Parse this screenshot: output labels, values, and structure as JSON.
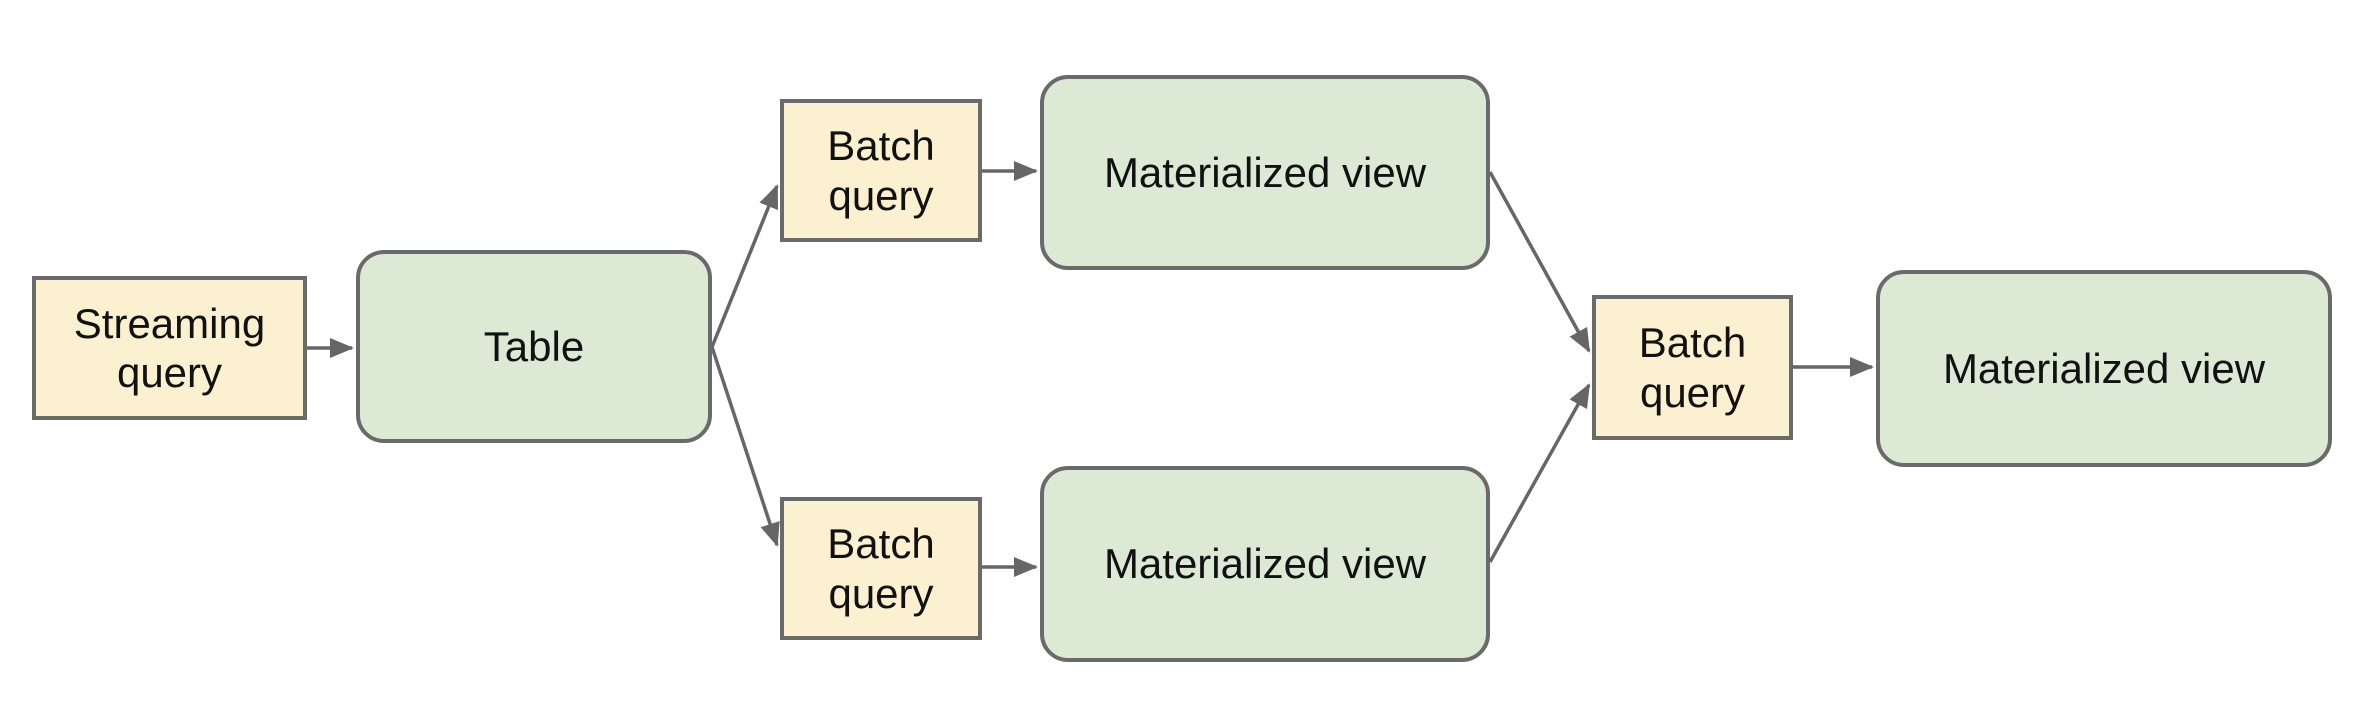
{
  "diagram": {
    "type": "flowchart",
    "nodes": {
      "streaming_query": {
        "label": "Streaming query",
        "shape": "rectangle",
        "kind": "query"
      },
      "table": {
        "label": "Table",
        "shape": "rounded-rectangle",
        "kind": "dataset"
      },
      "batch_query_top": {
        "label": "Batch query",
        "shape": "rectangle",
        "kind": "query"
      },
      "materialized_view_top": {
        "label": "Materialized view",
        "shape": "rounded-rectangle",
        "kind": "dataset"
      },
      "batch_query_bottom": {
        "label": "Batch query",
        "shape": "rectangle",
        "kind": "query"
      },
      "materialized_view_bottom": {
        "label": "Materialized view",
        "shape": "rounded-rectangle",
        "kind": "dataset"
      },
      "batch_query_right": {
        "label": "Batch query",
        "shape": "rectangle",
        "kind": "query"
      },
      "materialized_view_right": {
        "label": "Materialized view",
        "shape": "rounded-rectangle",
        "kind": "dataset"
      }
    },
    "edges": [
      {
        "from": "streaming_query",
        "to": "table"
      },
      {
        "from": "table",
        "to": "batch_query_top"
      },
      {
        "from": "table",
        "to": "batch_query_bottom"
      },
      {
        "from": "batch_query_top",
        "to": "materialized_view_top"
      },
      {
        "from": "batch_query_bottom",
        "to": "materialized_view_bottom"
      },
      {
        "from": "materialized_view_top",
        "to": "batch_query_right"
      },
      {
        "from": "materialized_view_bottom",
        "to": "batch_query_right"
      },
      {
        "from": "batch_query_right",
        "to": "materialized_view_right"
      }
    ],
    "colors": {
      "query_fill": "#fbf1d0",
      "dataset_fill": "#dce9d5",
      "border": "#6a6a6a",
      "arrow": "#666666",
      "text": "#111111",
      "background": "#ffffff"
    }
  }
}
